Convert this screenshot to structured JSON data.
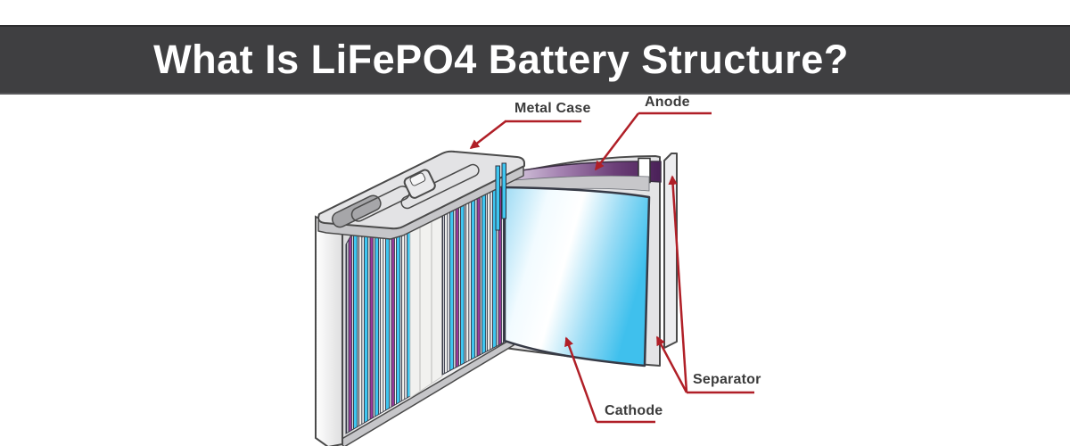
{
  "banner": {
    "title": "What Is LiFePO4 Battery Structure?"
  },
  "diagram": {
    "description": "Cutaway illustration of a prismatic LiFePO4 battery cell with unfurled electrode layers",
    "labels": {
      "metal_case": "Metal Case",
      "anode": "Anode",
      "separator": "Separator",
      "cathode": "Cathode"
    }
  },
  "colors": {
    "banner_bg": "#3f3f41",
    "banner_text": "#ffffff",
    "label_text": "#3b3b3b",
    "arrow_red": "#b01f27",
    "strip_cyan": "#3fc6f0",
    "strip_purple": "#993a9c",
    "strip_white": "#f2f2ee",
    "case_light": "#e3e3e5",
    "case_mid": "#c6c6c9",
    "case_dark": "#a6a6a9",
    "outline": "#4a4a4a",
    "cathode_cyan": "#3fc0ed"
  }
}
